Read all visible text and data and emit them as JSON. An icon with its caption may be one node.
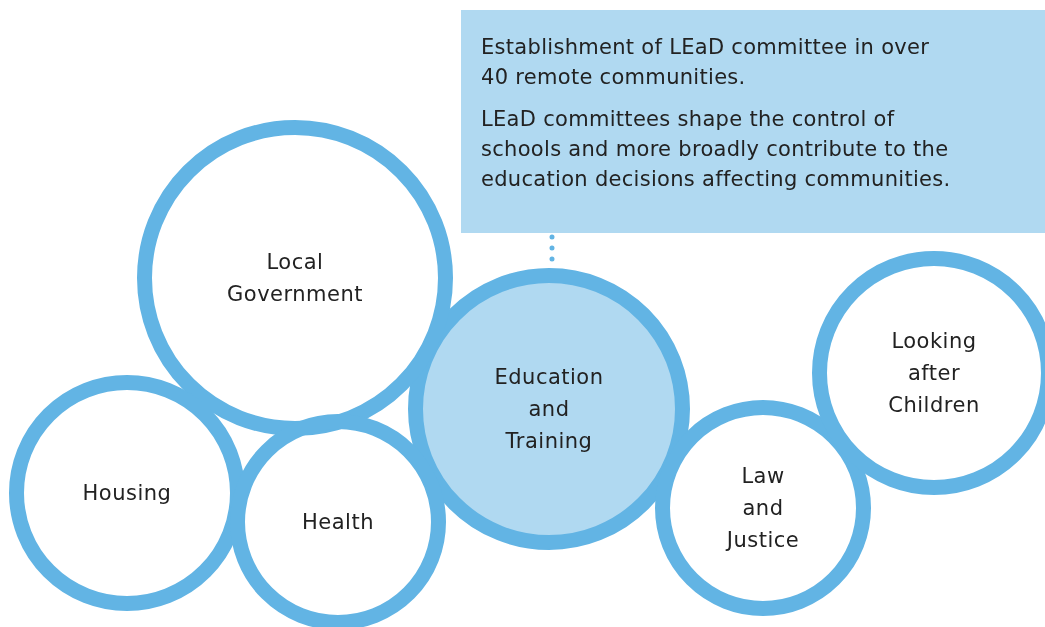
{
  "diagram": {
    "nodes": [
      {
        "text": [
          "Establishment of LEaD committee in over 40 remote communities.",
          "LEaD committees shape the control of schools and more broadly contribute to the education decisions affecting communities."
        ]
      },
      {
        "text": [
          "Local Government"
        ]
      },
      {
        "text": [
          "Housing"
        ]
      },
      {
        "text": [
          "Health"
        ]
      },
      {
        "text": [
          "Education and Training"
        ]
      },
      {
        "text": [
          "Law and Justice"
        ]
      },
      {
        "text": [
          "Looking after Children"
        ]
      }
    ],
    "edges": [
      {
        "from": 0,
        "to": 4,
        "arrow": "none",
        "style": "dashed"
      }
    ]
  }
}
